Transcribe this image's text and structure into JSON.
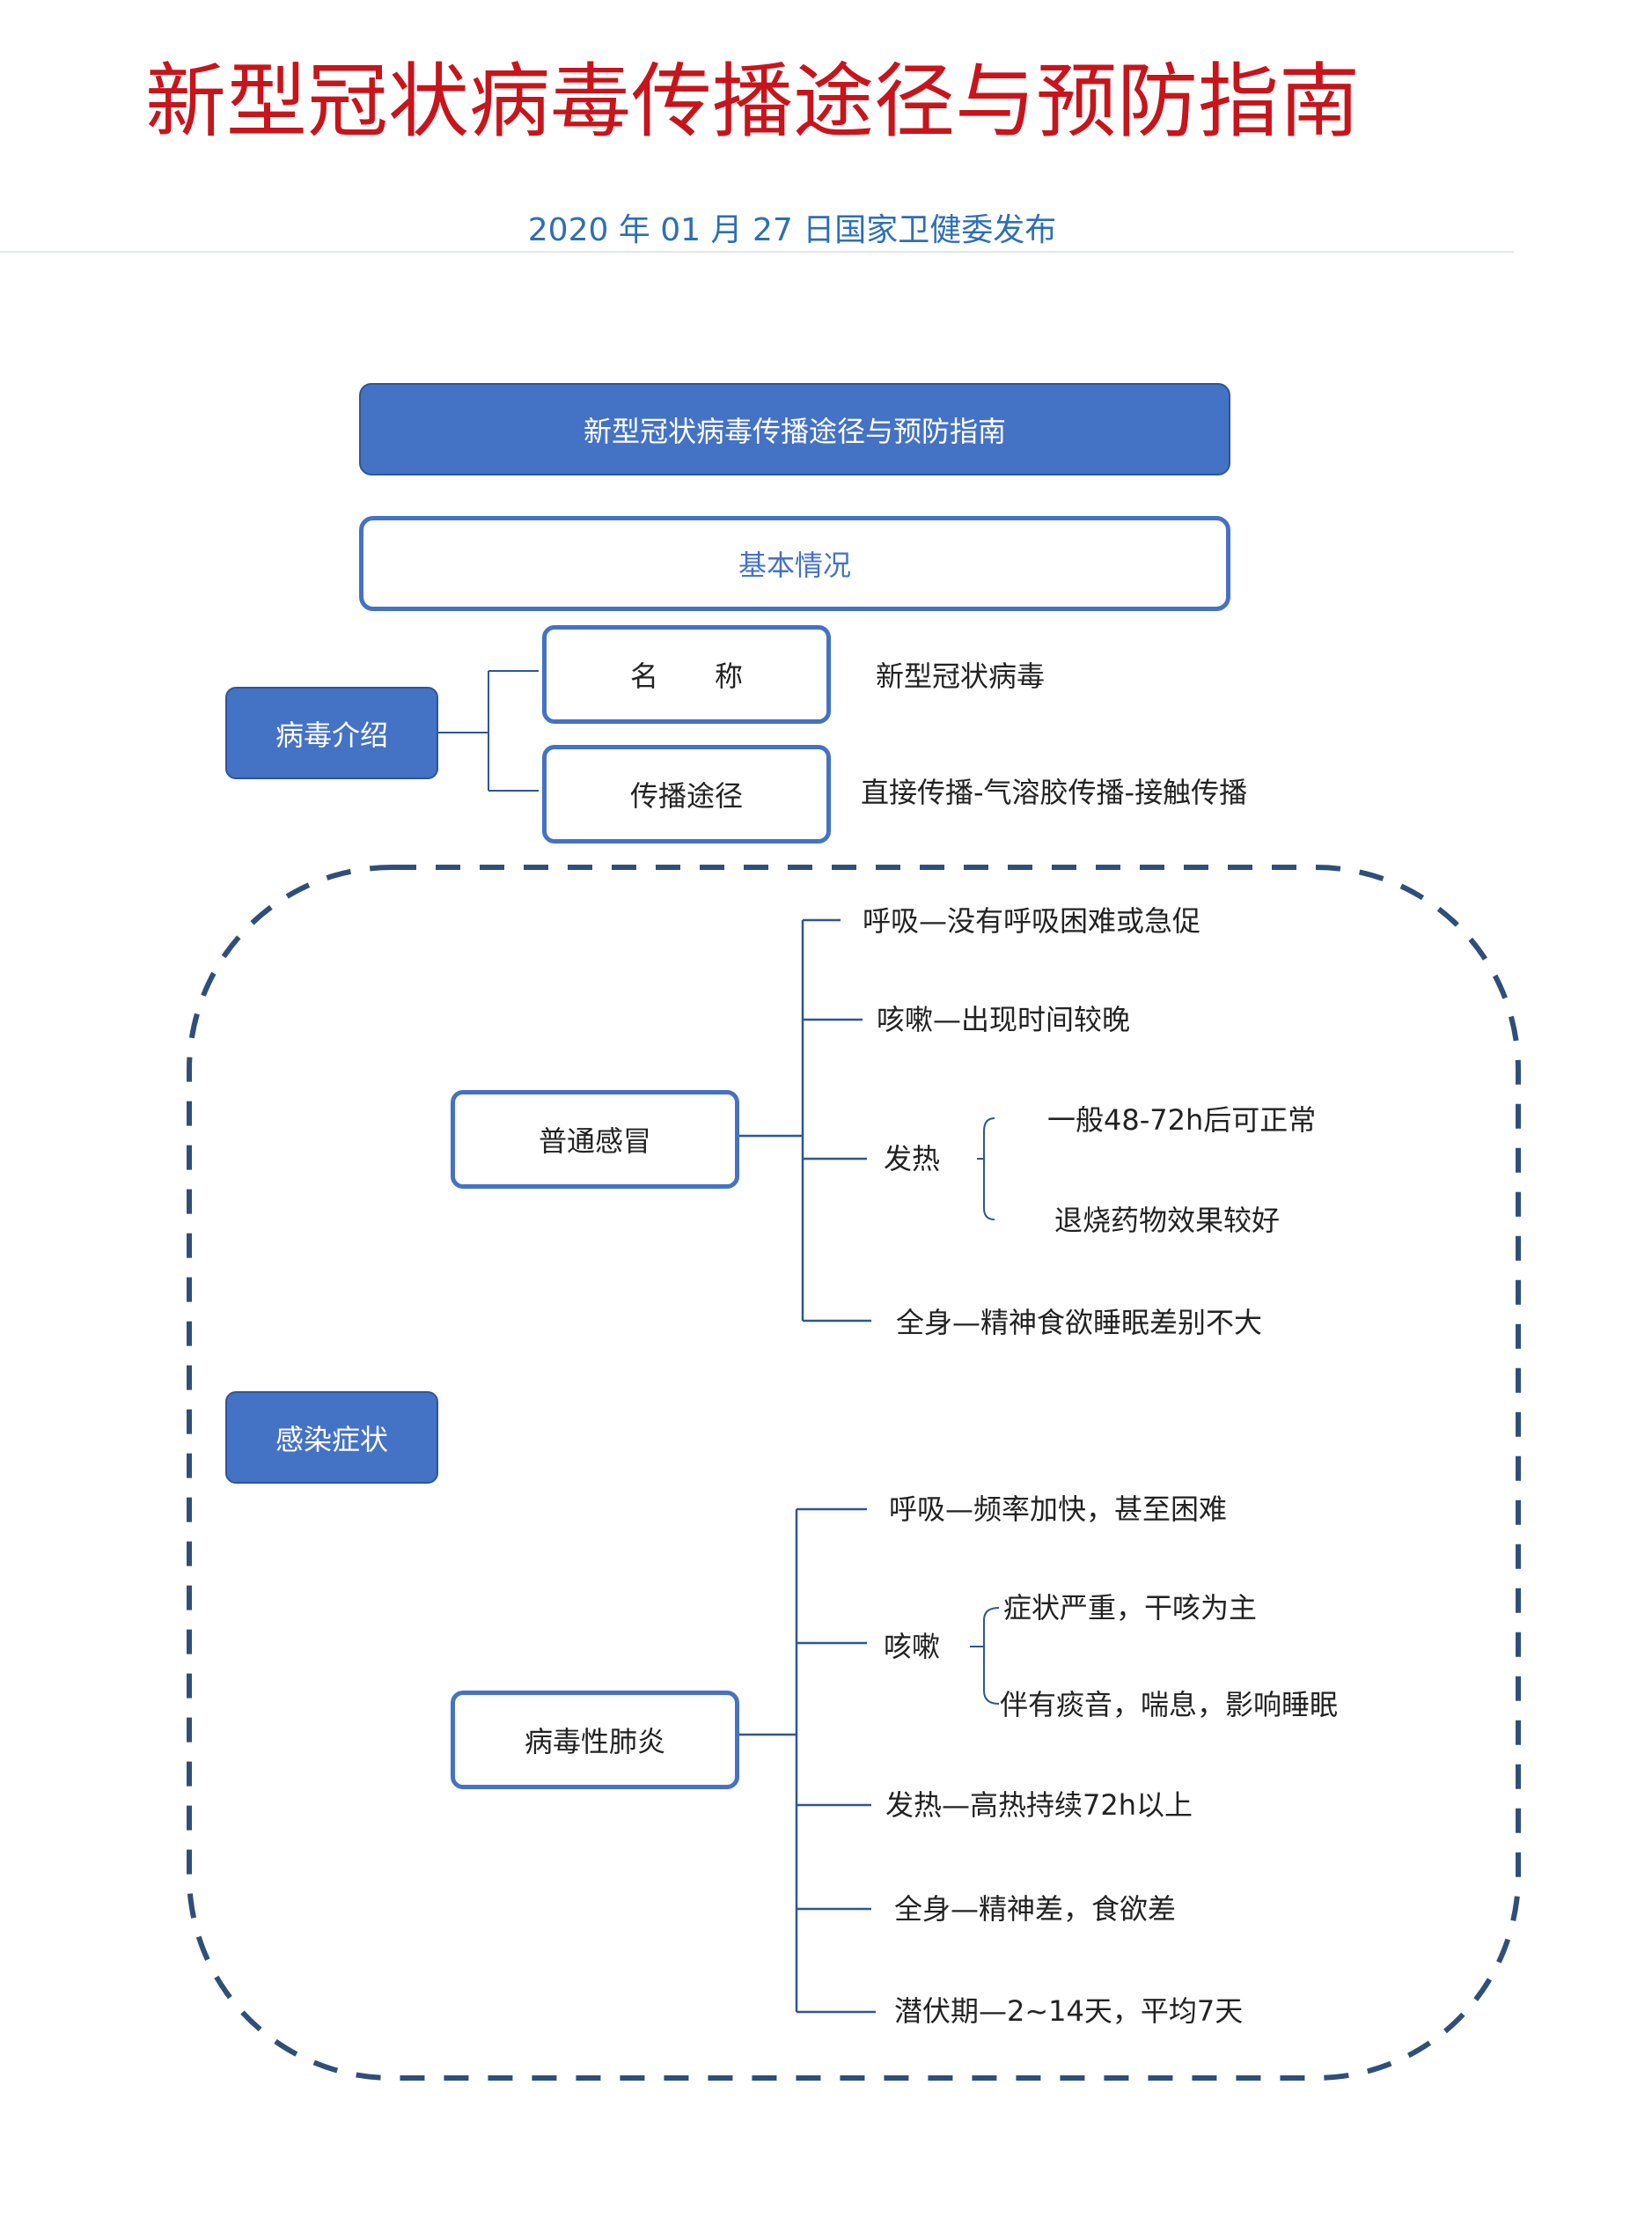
{
  "header": {
    "title": "新型冠状病毒传播途径与预防指南",
    "subtitle": "2020 年 01 月 27 日国家卫健委发布"
  },
  "diagram": {
    "main_title": "新型冠状病毒传播途径与预防指南",
    "section_title": "基本情况",
    "virus_intro": {
      "label": "病毒介绍",
      "name_box": "名　　称",
      "name_value": "新型冠状病毒",
      "route_box": "传播途径",
      "route_value": "直接传播-气溶胶传播-接触传播"
    },
    "symptoms": {
      "label": "感染症状",
      "common_cold": {
        "label": "普通感冒",
        "breathing": "呼吸—没有呼吸困难或急促",
        "cough": "咳嗽—出现时间较晚",
        "fever": "发热",
        "fever_items": [
          "一般48-72h后可正常",
          "退烧药物效果较好"
        ],
        "body": "全身—精神食欲睡眠差别不大"
      },
      "viral_pneumonia": {
        "label": "病毒性肺炎",
        "breathing": "呼吸—频率加快，甚至困难",
        "cough": "咳嗽",
        "cough_items": [
          "症状严重，干咳为主",
          "伴有痰音，喘息，影响睡眠"
        ],
        "fever": "发热—高热持续72h以上",
        "body": "全身—精神差，食欲差",
        "incubation": "潜伏期—2~14天，平均7天"
      }
    }
  },
  "colors": {
    "title_red": "#c8141b",
    "subtitle_blue": "#2d6fb5",
    "accent_blue": "#4472c4",
    "dashed_border": "#2f4f7a"
  }
}
